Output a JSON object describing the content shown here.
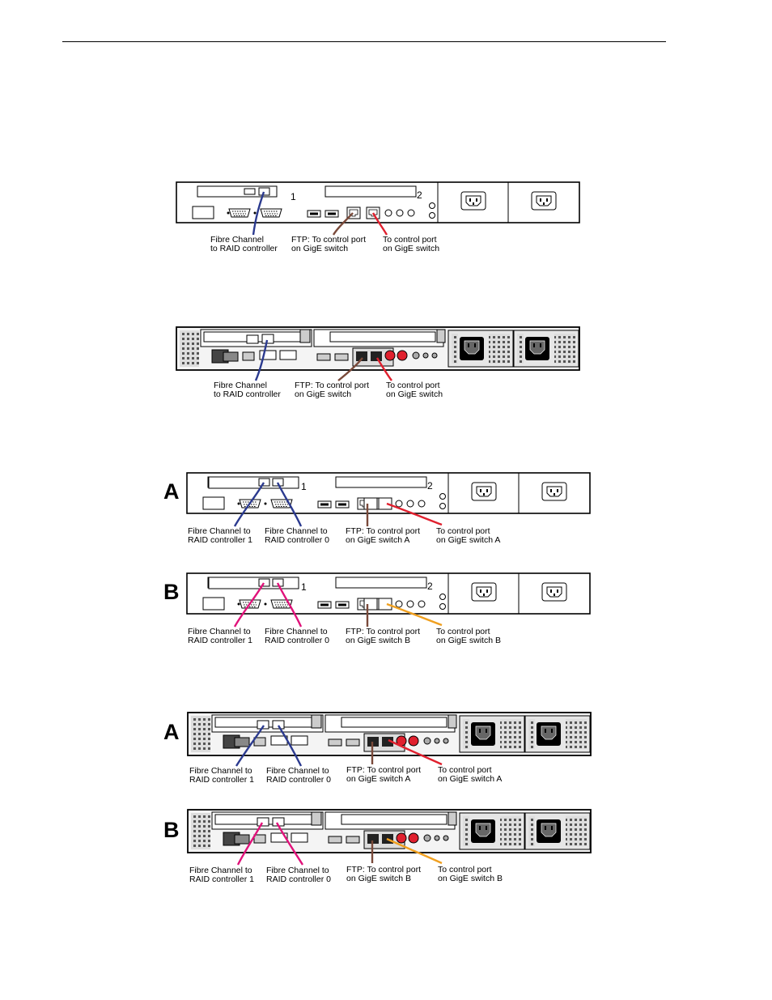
{
  "diagram1": {
    "slot_numbers": [
      "1",
      "2"
    ],
    "labels": {
      "fc": [
        "Fibre Channel",
        "to RAID controller"
      ],
      "ftp": [
        "FTP: To control port",
        "on GigE switch"
      ],
      "ctrl": [
        "To control port",
        "on GigE switch"
      ]
    }
  },
  "diagram2": {
    "labels": {
      "fc": [
        "Fibre Channel",
        "to RAID controller"
      ],
      "ftp": [
        "FTP: To control port",
        "on GigE switch"
      ],
      "ctrl": [
        "To control port",
        "on GigE switch"
      ]
    }
  },
  "diagram3": {
    "A": {
      "letter": "A",
      "slot_numbers": [
        "1",
        "2"
      ],
      "labels": {
        "fc1": [
          "Fibre Channel to",
          "RAID controller 1"
        ],
        "fc0": [
          "Fibre Channel to",
          "RAID controller 0"
        ],
        "ftp": [
          "FTP: To control port",
          "on GigE switch A"
        ],
        "ctrl": [
          "To control port",
          "on GigE switch A"
        ]
      }
    },
    "B": {
      "letter": "B",
      "slot_numbers": [
        "1",
        "2"
      ],
      "labels": {
        "fc1": [
          "Fibre Channel to",
          "RAID controller 1"
        ],
        "fc0": [
          "Fibre Channel to",
          "RAID controller 0"
        ],
        "ftp": [
          "FTP: To control port",
          "on GigE switch B"
        ],
        "ctrl": [
          "To control port",
          "on GigE switch B"
        ]
      }
    }
  },
  "diagram4": {
    "A": {
      "letter": "A",
      "labels": {
        "fc1": [
          "Fibre Channel to",
          "RAID controller 1"
        ],
        "fc0": [
          "Fibre Channel to",
          "RAID controller 0"
        ],
        "ftp": [
          "FTP: To control port",
          "on GigE switch A"
        ],
        "ctrl": [
          "To control port",
          "on GigE switch A"
        ]
      }
    },
    "B": {
      "letter": "B",
      "labels": {
        "fc1": [
          "Fibre Channel to",
          "RAID controller 1"
        ],
        "fc0": [
          "Fibre Channel to",
          "RAID controller 0"
        ],
        "ftp": [
          "FTP: To control port",
          "on GigE switch B"
        ],
        "ctrl": [
          "To control port",
          "on GigE switch B"
        ]
      }
    }
  },
  "colors": {
    "fibre_single": "#2b3a8f",
    "fibre_redundant_a": "#2b3a8f",
    "fibre_redundant_b": "#e0127a",
    "ftp_cable": "#7a4a3a",
    "control_a": "#e0202e",
    "control_b": "#f0a020"
  }
}
